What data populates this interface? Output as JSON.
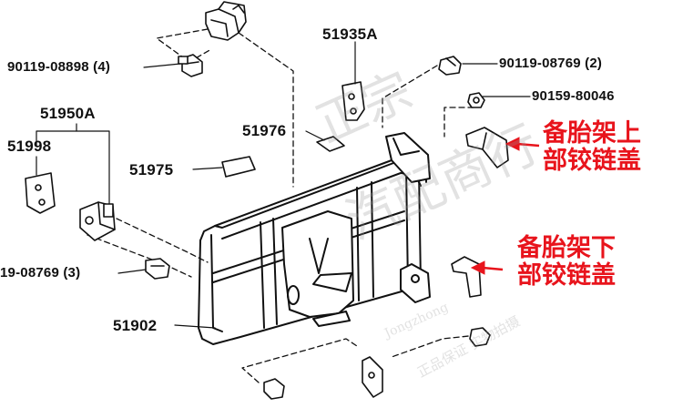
{
  "parts": {
    "p_bolt_top_left": "90119-08898 (4)",
    "p_51935a": "51935A",
    "p_bolt_top_right": "90119-08769 (2)",
    "p_90159": "90159-80046",
    "p_51950a": "51950A",
    "p_51998": "51998",
    "p_51976": "51976",
    "p_51975": "51975",
    "p_bolt_left": "19-08769 (3)",
    "p_51902": "51902"
  },
  "callouts": {
    "upper_line1": "备胎架上",
    "upper_line2": "部铰链盖",
    "lower_line1": "备胎架下",
    "lower_line2": "部铰链盖"
  },
  "watermark": {
    "line1": "正宗",
    "line2": "汽配商行",
    "bottom": "正品保证 实物拍摄",
    "script": "Jongzhong"
  },
  "colors": {
    "line": "#111111",
    "accent": "#e8141c"
  }
}
